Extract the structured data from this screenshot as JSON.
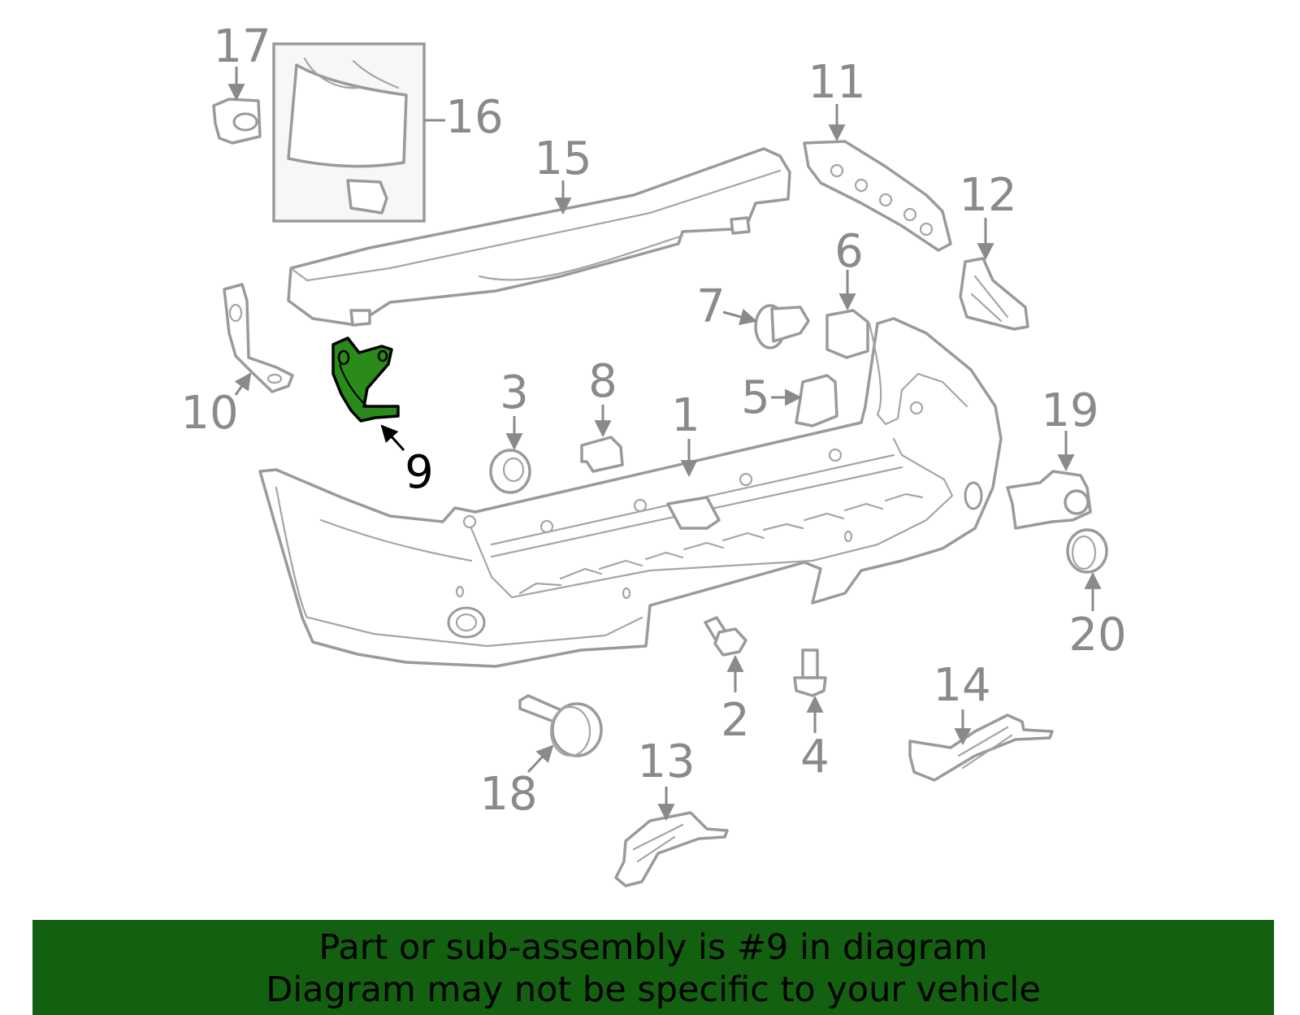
{
  "diagram": {
    "highlighted_part": "9",
    "highlight_color": "#1e6b12",
    "line_color": "#9a9a9a",
    "callouts": [
      "1",
      "2",
      "3",
      "4",
      "5",
      "6",
      "7",
      "8",
      "9",
      "10",
      "11",
      "12",
      "13",
      "14",
      "15",
      "16",
      "17",
      "18",
      "19",
      "20"
    ]
  },
  "banner": {
    "background": "#136110",
    "line1": "Part or sub-assembly is #9 in diagram",
    "line2": "Diagram may not be specific to your vehicle"
  }
}
